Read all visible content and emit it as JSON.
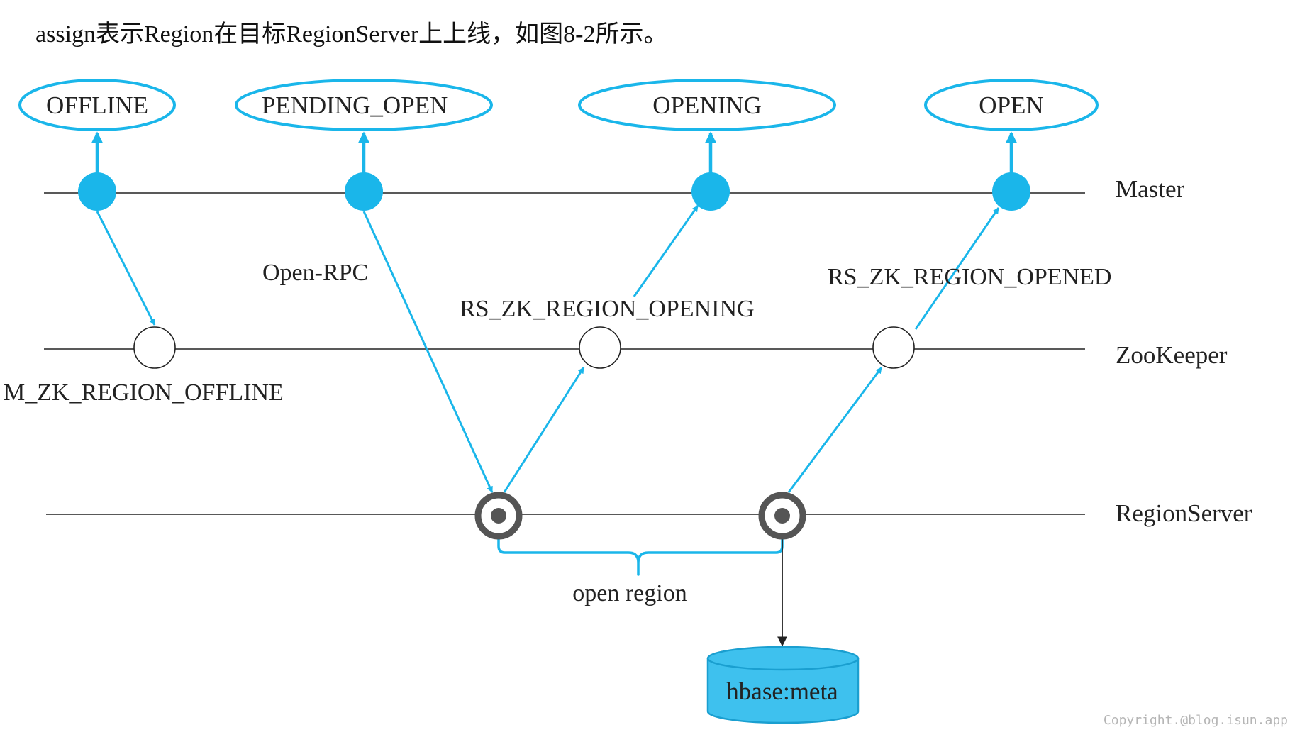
{
  "intro_text": "assign表示Region在目标RegionServer上上线，如图8-2所示。",
  "lanes": {
    "master": "Master",
    "zookeeper": "ZooKeeper",
    "regionserver": "RegionServer"
  },
  "states": {
    "offline": "OFFLINE",
    "pending_open": "PENDING_OPEN",
    "opening": "OPENING",
    "open": "OPEN"
  },
  "labels": {
    "m_zk_region_offline": "M_ZK_REGION_OFFLINE",
    "open_rpc": "Open-RPC",
    "rs_zk_region_opening": "RS_ZK_REGION_OPENING",
    "rs_zk_region_opened": "RS_ZK_REGION_OPENED",
    "open_region": "open region"
  },
  "database": {
    "label": "hbase:meta"
  },
  "watermark": "Copyright.@blog.isun.app",
  "colors": {
    "accent": "#1ab6ea",
    "state_fill": "#ffffff",
    "line": "#222222",
    "regionserver_node": "#555555",
    "db_fill": "#3ec1ee"
  }
}
